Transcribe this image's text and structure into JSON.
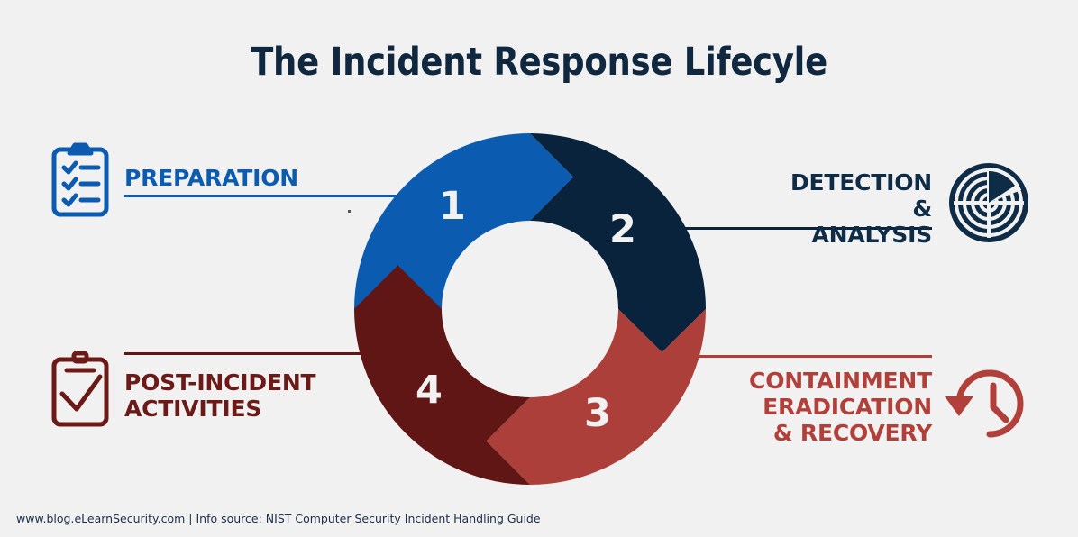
{
  "page": {
    "title": "The Incident Response Lifecyle",
    "background_color": "#f1f1f1",
    "footer": "www.blog.eLearnSecurity.com | Info source: NIST Computer Security Incident Handling Guide"
  },
  "palette": {
    "blue": "#0b5cb0",
    "navy": "#0a233c",
    "brick": "#ac3f39",
    "maroon": "#601614",
    "label_navy": "#0f2c47",
    "label_maroon": "#6b1a17",
    "label_brick": "#b2403a",
    "number_text": "#f1f1f1"
  },
  "chart_data": {
    "type": "pie",
    "title": "The Incident Response Lifecyle",
    "subtype": "donut-cycle-with-arrow-chevrons",
    "direction": "clockwise",
    "categories": [
      "PREPARATION",
      "DETECTION & ANALYSIS",
      "CONTAINMENT ERADICATION & RECOVERY",
      "POST-INCIDENT ACTIVITIES"
    ],
    "values": [
      25,
      25,
      25,
      25
    ],
    "colors": [
      "#0b5cb0",
      "#0a233c",
      "#ac3f39",
      "#601614"
    ],
    "segment_labels": [
      "1",
      "2",
      "3",
      "4"
    ],
    "start_angles_deg": [
      270,
      0,
      90,
      180
    ],
    "sweep_deg": 90,
    "outer_radius_px": 195,
    "inner_radius_px": 98,
    "center": [
      588,
      343
    ],
    "legend": "external, four corner callouts",
    "grid": false
  },
  "stages": [
    {
      "number": "1",
      "label": "PREPARATION",
      "color": "#0b5cb0",
      "icon": "clipboard-checklist-icon",
      "position": "top-left"
    },
    {
      "number": "2",
      "label": "DETECTION\n& ANALYSIS",
      "color": "#0a233c",
      "icon": "radar-icon",
      "position": "top-right"
    },
    {
      "number": "3",
      "label": "CONTAINMENT\nERADICATION\n& RECOVERY",
      "color": "#ac3f39",
      "icon": "clock-rewind-icon",
      "position": "bottom-right"
    },
    {
      "number": "4",
      "label": "POST-INCIDENT\nACTIVITIES",
      "color": "#601614",
      "icon": "clipboard-check-icon",
      "position": "bottom-left"
    }
  ]
}
